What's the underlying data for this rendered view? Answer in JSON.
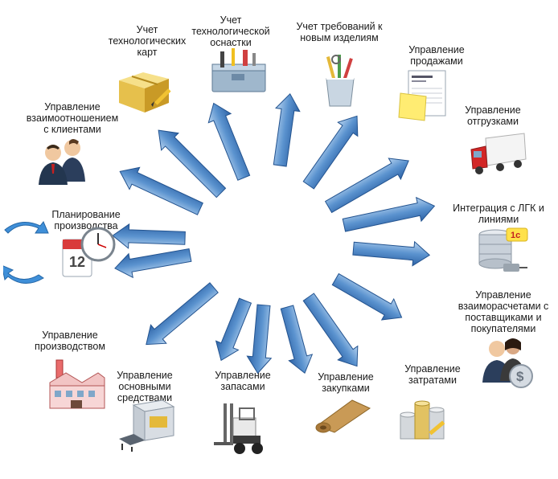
{
  "diagram": {
    "center_arrow_count": 16,
    "colors": {
      "arrow_light": "#b7d3ef",
      "arrow_mid": "#5b93cf",
      "arrow_dark": "#2e63a6",
      "arrow_stroke": "#23538f",
      "text": "#1a1a1a"
    },
    "modules": [
      {
        "id": "tech-cards",
        "label": "Учет\nтехнологических\nкарт",
        "icon": "box-with-pencil-icon"
      },
      {
        "id": "tooling",
        "label": "Учет\nтехнологической\nоснастки",
        "icon": "toolbox-icon"
      },
      {
        "id": "requirements",
        "label": "Учет требований к\nновым изделиям",
        "icon": "pencil-cup-icon"
      },
      {
        "id": "sales",
        "label": "Управление\nпродажами",
        "icon": "sales-quotation-icon"
      },
      {
        "id": "shipments",
        "label": "Управление\nотгрузками",
        "icon": "delivery-truck-icon"
      },
      {
        "id": "integration",
        "label": "Интеграция с ЛГК и\nлиниями",
        "icon": "database-1c-icon"
      },
      {
        "id": "settlements",
        "label": "Управление\nвзаиморасчетами с\nпоставщиками и\nпокупателями",
        "icon": "business-dollar-icon"
      },
      {
        "id": "costs",
        "label": "Управление\nзатратами",
        "icon": "coins-stack-icon"
      },
      {
        "id": "purchases",
        "label": "Управление\nзакупками",
        "icon": "leather-roll-icon"
      },
      {
        "id": "inventory",
        "label": "Управление\nзапасами",
        "icon": "forklift-icon"
      },
      {
        "id": "fixed-assets",
        "label": "Управление\nосновными\nсредствами",
        "icon": "machine-conveyor-icon"
      },
      {
        "id": "production",
        "label": "Управление\nпроизводством",
        "icon": "factory-icon"
      },
      {
        "id": "planning",
        "label": "Планирование\nпроизводства",
        "icon": "calendar-clock-icon"
      },
      {
        "id": "crm",
        "label": "Управление\nвзаимоотношением\nс клиентами",
        "icon": "businessmen-icon"
      }
    ]
  }
}
